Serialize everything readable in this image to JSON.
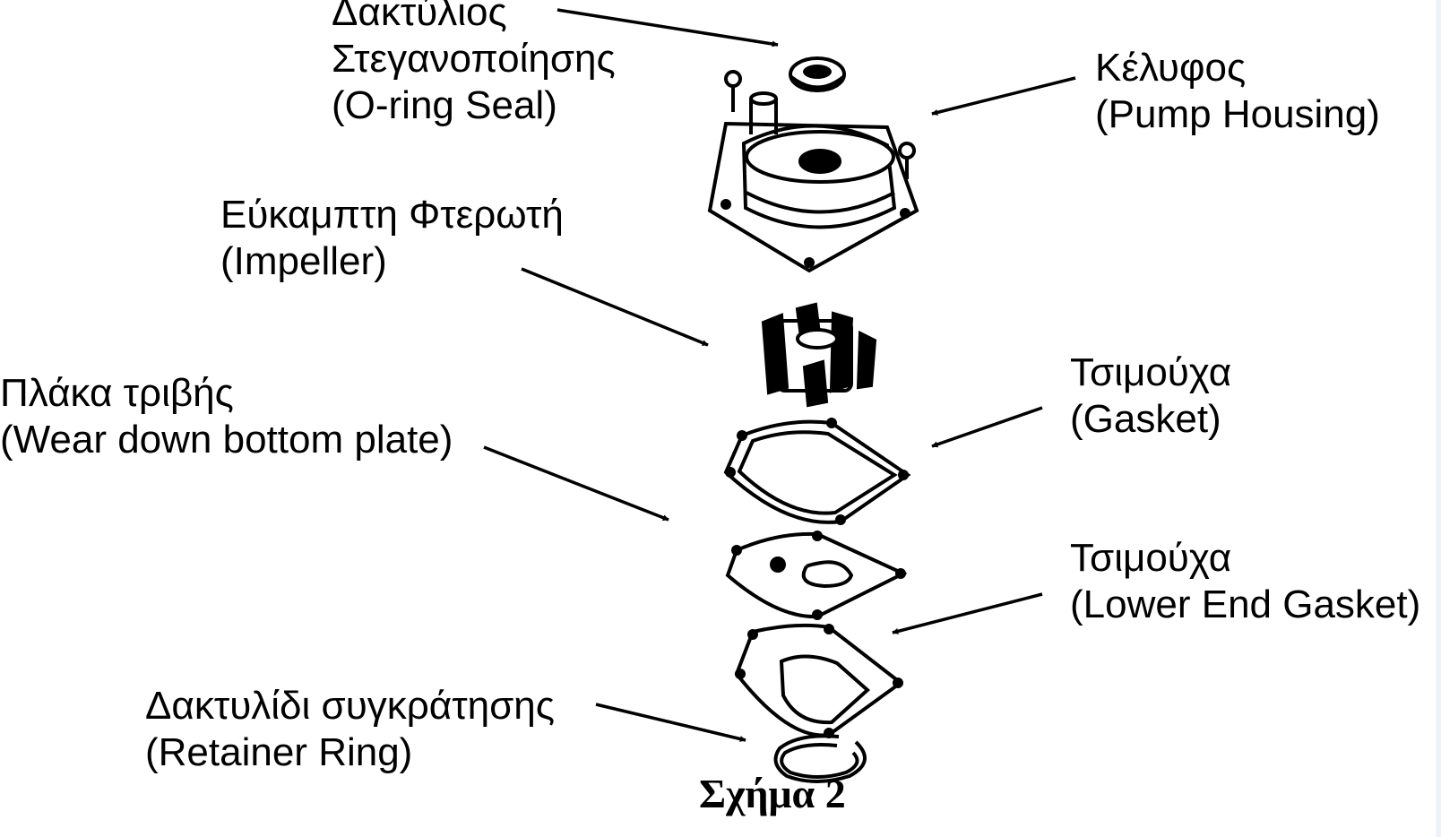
{
  "labels": {
    "oring": {
      "line1": "Δακτύλιος",
      "line2": "Στεγανοποίησης",
      "line3": "(O-ring Seal)"
    },
    "housing": {
      "line1": "Κέλυφος",
      "line2": "(Pump Housing)"
    },
    "impeller": {
      "line1": "Εύκαμπτη Φτερωτή",
      "line2": "(Impeller)"
    },
    "plate": {
      "line1": "Πλάκα τριβής",
      "line2": "(Wear down bottom plate)"
    },
    "gasket": {
      "line1": "Τσιμούχα",
      "line2": "(Gasket)"
    },
    "lower_gasket": {
      "line1": "Τσιμούχα",
      "line2": "(Lower End Gasket)"
    },
    "retainer": {
      "line1": "Δακτυλίδι συγκράτησης",
      "line2": "(Retainer Ring)"
    }
  },
  "caption": "Σχήμα 2",
  "colors": {
    "ink": "#000000",
    "background": "#ffffff",
    "edge_strip": "#eef3f9"
  }
}
